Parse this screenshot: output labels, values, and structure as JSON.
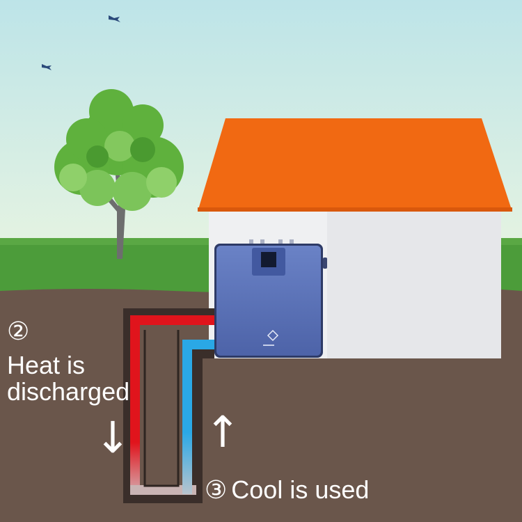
{
  "labels": {
    "heat_step_number": "②",
    "heat_text": "Heat is discharged",
    "cool_step_number": "③",
    "cool_text": "Cool is used"
  },
  "arrows": {
    "down": "↓",
    "up": "↑"
  },
  "colors": {
    "sky_top": "#bfe6e8",
    "sky_bottom": "#e2f2e4",
    "grass": "#4a9a3a",
    "soil": "#6a564b",
    "roof": "#f0660f",
    "wall": "#eeeff1",
    "unit": "#5b73b8",
    "hot_pipe": "#e0141c",
    "cold_pipe": "#2aa8e6",
    "tree_foliage": "#5aae3c",
    "text": "#ffffff"
  }
}
